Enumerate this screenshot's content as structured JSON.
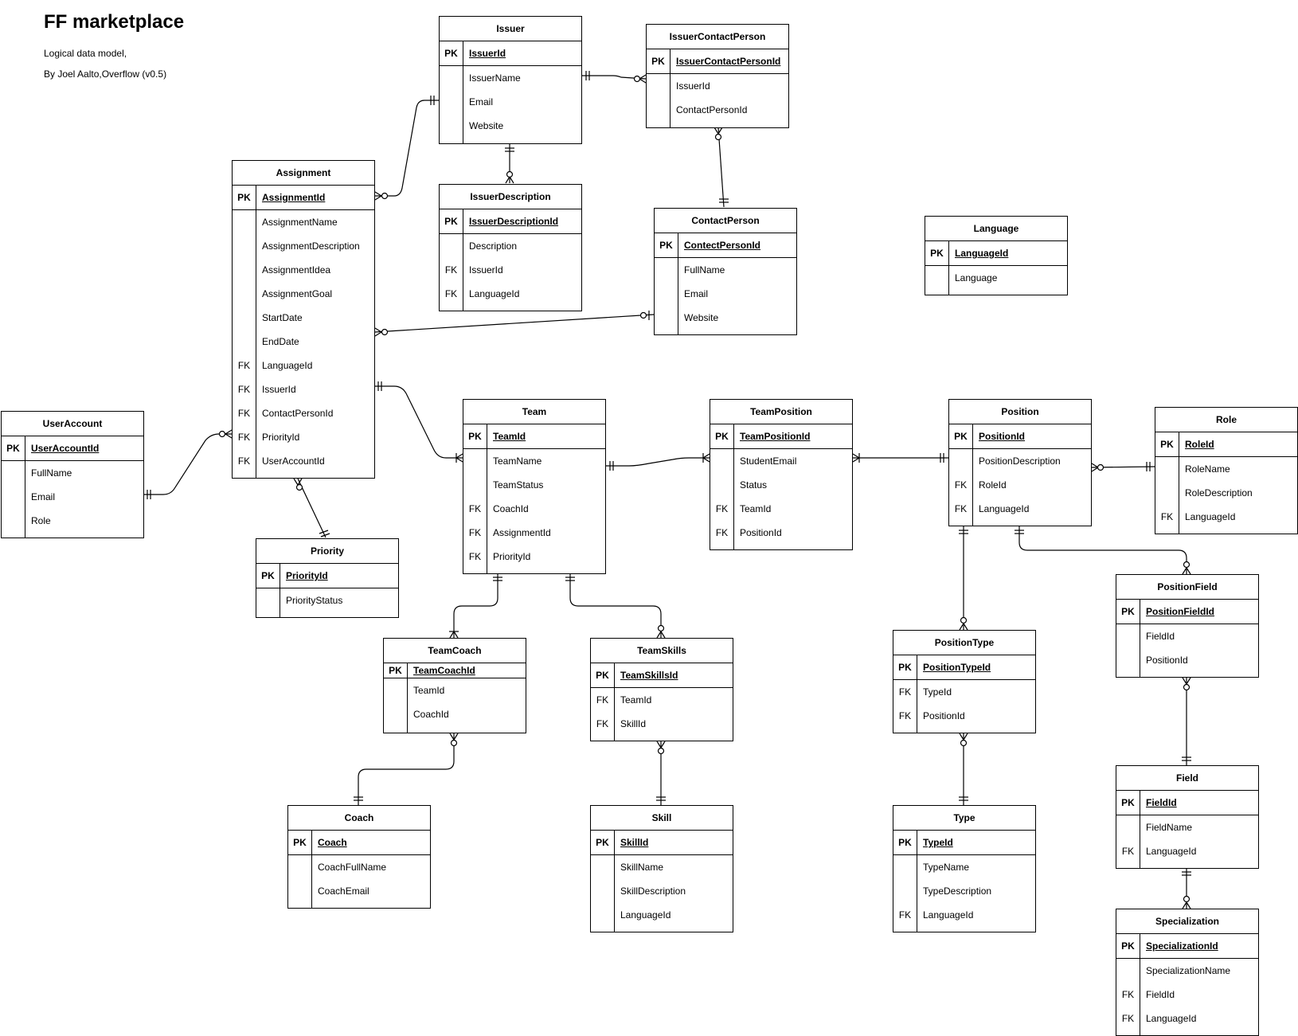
{
  "title": "FF marketplace",
  "subtitle_1": "Logical data model,",
  "subtitle_2": "By Joel Aalto,Overflow (v0.5)",
  "entities": {
    "issuer": {
      "name": "Issuer",
      "pk": {
        "key": "PK",
        "field": "IssuerId"
      },
      "fields": [
        {
          "key": "",
          "field": "IssuerName"
        },
        {
          "key": "",
          "field": "Email"
        },
        {
          "key": "",
          "field": "Website"
        }
      ]
    },
    "issuer_contact_person": {
      "name": "IssuerContactPerson",
      "pk": {
        "key": "PK",
        "field": "IssuerContactPersonId"
      },
      "fields": [
        {
          "key": "",
          "field": "IssuerId"
        },
        {
          "key": "",
          "field": "ContactPersonId"
        }
      ]
    },
    "issuer_description": {
      "name": "IssuerDescription",
      "pk": {
        "key": "PK",
        "field": "IssuerDescriptionId"
      },
      "fields": [
        {
          "key": "",
          "field": "Description"
        },
        {
          "key": "FK",
          "field": "IssuerId"
        },
        {
          "key": "FK",
          "field": "LanguageId"
        }
      ]
    },
    "contact_person": {
      "name": "ContactPerson",
      "pk": {
        "key": "PK",
        "field": "ContectPersonId"
      },
      "fields": [
        {
          "key": "",
          "field": "FullName"
        },
        {
          "key": "",
          "field": "Email"
        },
        {
          "key": "",
          "field": "Website"
        }
      ]
    },
    "language": {
      "name": "Language",
      "pk": {
        "key": "PK",
        "field": "LanguageId"
      },
      "fields": [
        {
          "key": "",
          "field": "Language"
        }
      ]
    },
    "assignment": {
      "name": "Assignment",
      "pk": {
        "key": "PK",
        "field": "AssignmentId"
      },
      "fields": [
        {
          "key": "",
          "field": "AssignmentName"
        },
        {
          "key": "",
          "field": "AssignmentDescription"
        },
        {
          "key": "",
          "field": "AssignmentIdea"
        },
        {
          "key": "",
          "field": "AssignmentGoal"
        },
        {
          "key": "",
          "field": "StartDate"
        },
        {
          "key": "",
          "field": "EndDate"
        },
        {
          "key": "FK",
          "field": "LanguageId"
        },
        {
          "key": "FK",
          "field": "IssuerId"
        },
        {
          "key": "FK",
          "field": "ContactPersonId"
        },
        {
          "key": "FK",
          "field": "PriorityId"
        },
        {
          "key": "FK",
          "field": "UserAccountId"
        }
      ]
    },
    "user_account": {
      "name": "UserAccount",
      "pk": {
        "key": "PK",
        "field": "UserAccountId"
      },
      "fields": [
        {
          "key": "",
          "field": "FullName"
        },
        {
          "key": "",
          "field": "Email"
        },
        {
          "key": "",
          "field": "Role"
        }
      ]
    },
    "priority": {
      "name": "Priority",
      "pk": {
        "key": "PK",
        "field": "PriorityId"
      },
      "fields": [
        {
          "key": "",
          "field": "PriorityStatus"
        }
      ]
    },
    "team": {
      "name": "Team",
      "pk": {
        "key": "PK",
        "field": "TeamId"
      },
      "fields": [
        {
          "key": "",
          "field": "TeamName"
        },
        {
          "key": "",
          "field": "TeamStatus"
        },
        {
          "key": "FK",
          "field": "CoachId"
        },
        {
          "key": "FK",
          "field": "AssignmentId"
        },
        {
          "key": "FK",
          "field": "PriorityId"
        }
      ]
    },
    "team_position": {
      "name": "TeamPosition",
      "pk": {
        "key": "PK",
        "field": "TeamPositionId"
      },
      "fields": [
        {
          "key": "",
          "field": "StudentEmail"
        },
        {
          "key": "",
          "field": "Status"
        },
        {
          "key": "FK",
          "field": "TeamId"
        },
        {
          "key": "FK",
          "field": "PositionId"
        }
      ]
    },
    "position": {
      "name": "Position",
      "pk": {
        "key": "PK",
        "field": "PositionId"
      },
      "fields": [
        {
          "key": "",
          "field": "PositionDescription"
        },
        {
          "key": "FK",
          "field": "RoleId"
        },
        {
          "key": "FK",
          "field": "LanguageId"
        }
      ]
    },
    "role": {
      "name": "Role",
      "pk": {
        "key": "PK",
        "field": "RoleId"
      },
      "fields": [
        {
          "key": "",
          "field": "RoleName"
        },
        {
          "key": "",
          "field": "RoleDescription"
        },
        {
          "key": "FK",
          "field": "LanguageId"
        }
      ]
    },
    "team_coach": {
      "name": "TeamCoach",
      "pk": {
        "key": "PK",
        "field": "TeamCoachId"
      },
      "fields": [
        {
          "key": "",
          "field": "TeamId"
        },
        {
          "key": "",
          "field": "CoachId"
        }
      ]
    },
    "team_skills": {
      "name": "TeamSkills",
      "pk": {
        "key": "PK",
        "field": "TeamSkillsId"
      },
      "fields": [
        {
          "key": "FK",
          "field": "TeamId"
        },
        {
          "key": "FK",
          "field": "SkillId"
        }
      ]
    },
    "position_type": {
      "name": "PositionType",
      "pk": {
        "key": "PK",
        "field": "PositionTypeId"
      },
      "fields": [
        {
          "key": "FK",
          "field": "TypeId"
        },
        {
          "key": "FK",
          "field": "PositionId"
        }
      ]
    },
    "position_field": {
      "name": "PositionField",
      "pk": {
        "key": "PK",
        "field": "PositionFieldId"
      },
      "fields": [
        {
          "key": "",
          "field": "FieldId"
        },
        {
          "key": "",
          "field": "PositionId"
        }
      ]
    },
    "coach": {
      "name": "Coach",
      "pk": {
        "key": "PK",
        "field": "Coach"
      },
      "fields": [
        {
          "key": "",
          "field": "CoachFullName"
        },
        {
          "key": "",
          "field": "CoachEmail"
        }
      ]
    },
    "skill": {
      "name": "Skill",
      "pk": {
        "key": "PK",
        "field": "SkillId"
      },
      "fields": [
        {
          "key": "",
          "field": "SkillName"
        },
        {
          "key": "",
          "field": "SkillDescription"
        },
        {
          "key": "",
          "field": "LanguageId"
        }
      ]
    },
    "type": {
      "name": "Type",
      "pk": {
        "key": "PK",
        "field": "TypeId"
      },
      "fields": [
        {
          "key": "",
          "field": "TypeName"
        },
        {
          "key": "",
          "field": "TypeDescription"
        },
        {
          "key": "FK",
          "field": "LanguageId"
        }
      ]
    },
    "field": {
      "name": "Field",
      "pk": {
        "key": "PK",
        "field": "FieldId"
      },
      "fields": [
        {
          "key": "",
          "field": "FieldName"
        },
        {
          "key": "FK",
          "field": "LanguageId"
        }
      ]
    },
    "specialization": {
      "name": "Specialization",
      "pk": {
        "key": "PK",
        "field": "SpecializationId"
      },
      "fields": [
        {
          "key": "",
          "field": "SpecializationName"
        },
        {
          "key": "FK",
          "field": "FieldId"
        },
        {
          "key": "FK",
          "field": "LanguageId"
        }
      ]
    }
  }
}
